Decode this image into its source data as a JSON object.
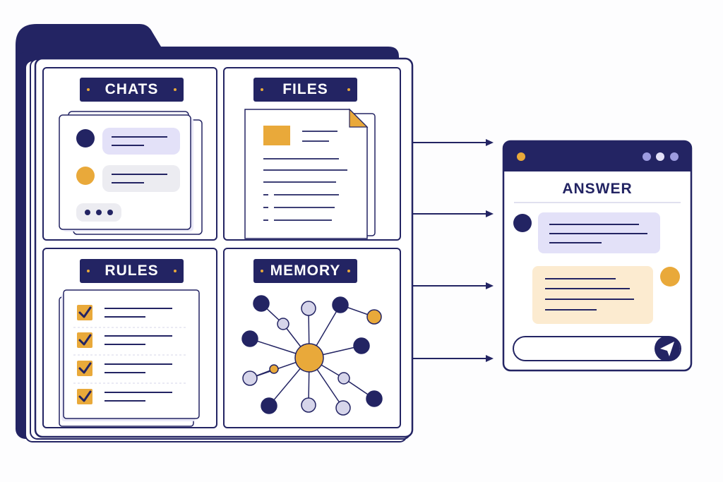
{
  "panels": {
    "chats": {
      "label": "CHATS"
    },
    "files": {
      "label": "FILES"
    },
    "rules": {
      "label": "RULES",
      "checked_items": 4
    },
    "memory": {
      "label": "MEMORY"
    }
  },
  "answer_window": {
    "title": "ANSWER"
  },
  "icons": [
    "send-icon",
    "checkbox-checked-icon"
  ],
  "colors": {
    "navy": "#232463",
    "gold": "#e9a93a",
    "lavender": "#e3e1f8",
    "soft_gray": "#ececf1",
    "peach": "#fcebd0",
    "node_light": "#d6d5ea"
  }
}
